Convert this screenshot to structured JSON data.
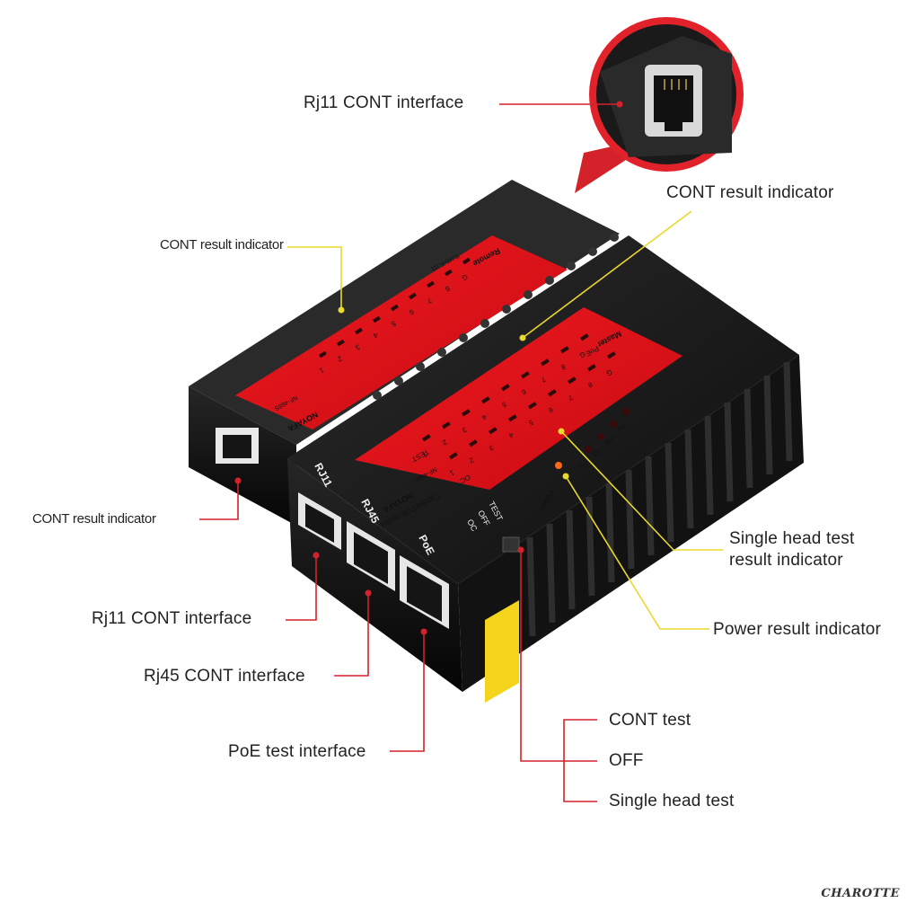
{
  "callouts": {
    "rj11_top": "Rj11 CONT interface",
    "cont_top_right": "CONT result indicator",
    "cont_remote": "CONT result indicator",
    "cont_left": "CONT result indicator",
    "rj11_bottom": "Rj11  CONT  interface",
    "rj45": "Rj45  CONT  interface",
    "poe": "PoE  test  interface",
    "single_head_1": "Single head test",
    "single_head_2": "result indicator",
    "power": "Power result indicator",
    "cont_test": "CONT test",
    "off": "OFF",
    "single_head_test": "Single head test"
  },
  "device": {
    "remote_title": "Remote",
    "remote_model": "RJ45-RJ11",
    "remote_brand": "NOYAFA",
    "remote_part": "NF-468S",
    "master_title": "Master",
    "master_poe": "PoE",
    "master_name": "Cable&POE tester",
    "master_brand": "NOYAFA",
    "master_part": "NF-468S",
    "pin_labels": [
      "1",
      "2",
      "3",
      "4",
      "5",
      "6",
      "7",
      "8",
      "G"
    ],
    "d_labels": [
      "D1",
      "D2",
      "D3",
      "D4"
    ],
    "test_label": "TEST",
    "oc_label": "OC",
    "power_label": "Power",
    "port_labels": [
      "RJ11",
      "RJ45",
      "PoE"
    ],
    "switch_labels": [
      "OC",
      "OFF",
      "TEST"
    ]
  },
  "watermark": "CHAROTTE",
  "colors": {
    "panel_red": "#e0101a",
    "body_black": "#1c1c1c",
    "leader_red": "#d4222a",
    "leader_yellow": "#e8d92a",
    "label_yellow": "#f4d51b"
  }
}
